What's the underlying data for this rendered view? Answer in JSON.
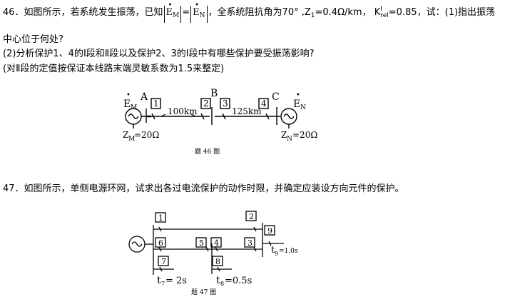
{
  "q46": {
    "line1_pre": "46．如图所示，若系统发生振荡，已知",
    "E_sym": "E",
    "sub_M": "M",
    "sub_N": "N",
    "eq": "=",
    "line1_mid": "，全系统阻抗角为70°  ,Z",
    "z1_sub": "1",
    "z1_val": "=0.4Ω/km，  K",
    "k_sup": "I",
    "k_sub": "rel",
    "line1_end": "=0.85，试：(1)指出振荡",
    "line2": "中心位于何处?",
    "line3": "(2)分析保护1、4的I段和Ⅱ段以及保护2、3的I段中有哪些保护要受振荡影响?",
    "line4": "(对Ⅱ段的定值按保证本线路末端灵敏系数为1.5来整定)"
  },
  "fig46": {
    "em_sym": "E",
    "em_sub": "M",
    "en_sym": "E",
    "en_sub": "N",
    "node_a": "A",
    "node_b": "B",
    "node_c": "C",
    "relay1": "1",
    "relay2": "2",
    "relay3": "3",
    "relay4": "4",
    "len_ab": "100km",
    "len_bc": "125km",
    "zm_pre": "Z",
    "zm_sub": "M",
    "zm_val": "=20Ω",
    "zn_pre": "Z",
    "zn_sub": "N",
    "zn_val": "=20Ω",
    "caption": "题 46 图"
  },
  "q47": {
    "line1": "47．如图所示，单侧电源环网，试求出各过电流保护的动作时限，并确定应装设方向元件的保护。"
  },
  "fig47": {
    "r1": "1",
    "r2": "2",
    "r3": "3",
    "r4": "4",
    "r5": "5",
    "r6": "6",
    "r7": "7",
    "r8": "8",
    "r9": "9",
    "t9_pre": "t",
    "t9_sub": "9",
    "t9_val": "=1.0s",
    "t7_pre": "t",
    "t7_sub": "7",
    "t7_val": "= 2s",
    "t8_pre": "t",
    "t8_sub": "8",
    "t8_val": "=0.5s",
    "caption": "题 47 图"
  }
}
